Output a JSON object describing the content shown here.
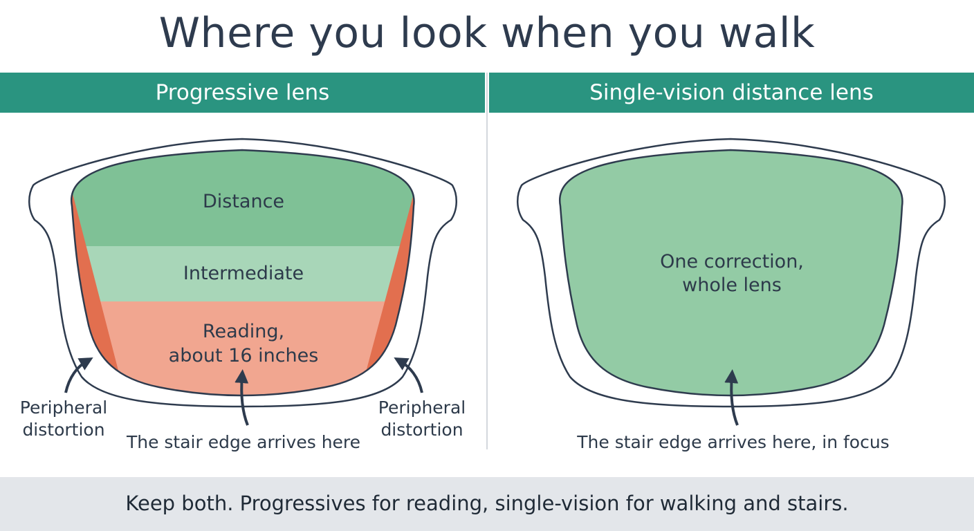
{
  "title": "Where you look when you walk",
  "panels": {
    "left": {
      "header": "Progressive lens",
      "zones": {
        "distance": "Distance",
        "intermediate": "Intermediate",
        "reading_line1": "Reading,",
        "reading_line2": "about 16 inches"
      },
      "peripheral_left_line1": "Peripheral",
      "peripheral_left_line2": "distortion",
      "peripheral_right_line1": "Peripheral",
      "peripheral_right_line2": "distortion",
      "arrow_label": "The stair edge arrives here"
    },
    "right": {
      "header": "Single-vision distance lens",
      "zone_line1": "One correction,",
      "zone_line2": "whole lens",
      "arrow_label": "The stair edge arrives here, in focus"
    }
  },
  "footer": "Keep both. Progressives for reading, single-vision for walking and stairs.",
  "colors": {
    "header_teal": "#2a9480",
    "distance_green": "#7fc196",
    "intermediate_green": "#a8d6b8",
    "reading_salmon": "#f1a690",
    "distortion_orange": "#e26f4f",
    "single_vision_green": "#93cba5",
    "arrow_navy": "#2e3b4e"
  },
  "icons": [
    "arrow-up-icon",
    "curved-arrow-icon"
  ]
}
